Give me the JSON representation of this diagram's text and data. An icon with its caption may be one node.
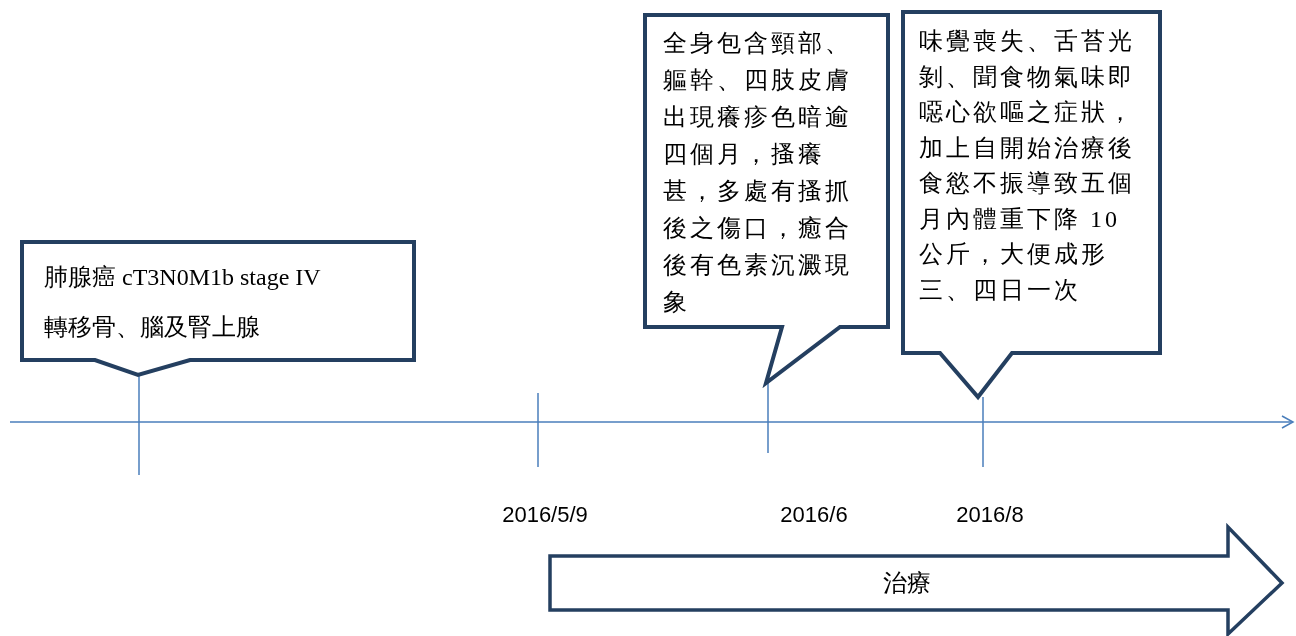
{
  "diagram": {
    "nodes": [
      {
        "text": [
          "肺腺癌 cT3N0M1b stage IV",
          "轉移骨、腦及腎上腺"
        ]
      },
      {
        "text": [
          "全身包含頸部、軀幹、四肢皮膚出現癢疹色暗逾四個月，搔癢甚，多處有搔抓後之傷口，癒合後有色素沉澱現象"
        ]
      },
      {
        "text": [
          "味覺喪失、舌苔光剝、聞食物氣味即噁心欲嘔之症狀，加上自開始治療後食慾不振導致五個月內體重下降 10 公斤，大便成形三、四日一次"
        ]
      },
      {
        "text": [
          "治療"
        ]
      }
    ],
    "labels": [
      "2016/5/9",
      "2016/6",
      "2016/8"
    ]
  }
}
